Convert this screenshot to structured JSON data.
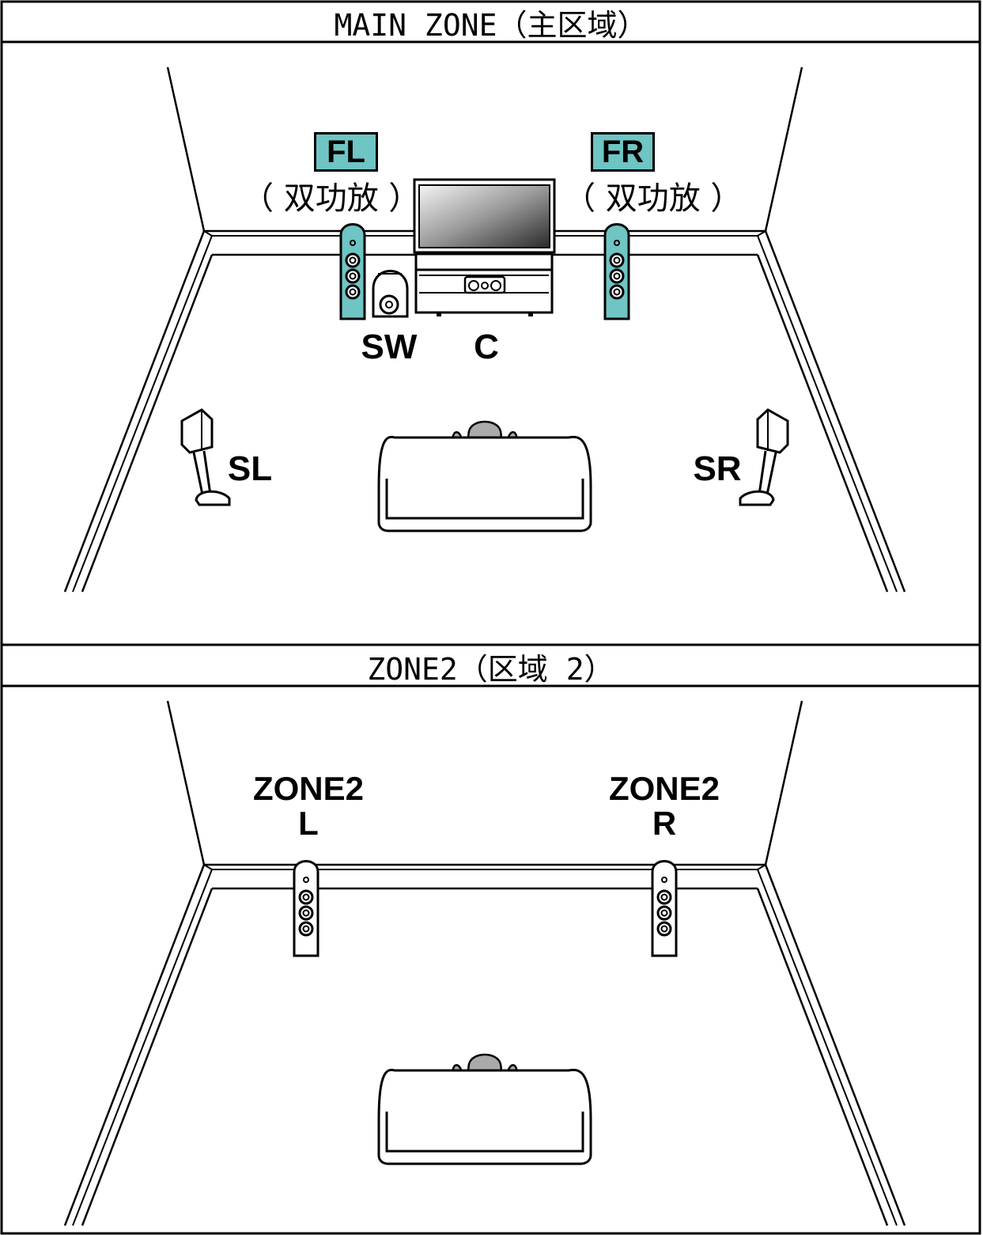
{
  "main_zone": {
    "title": "MAIN ZONE（主区域）",
    "fl": {
      "tag": "FL",
      "sub": "（ 双功放 ）"
    },
    "fr": {
      "tag": "FR",
      "sub": "（ 双功放 ）"
    },
    "sw": "SW",
    "c": "C",
    "sl": "SL",
    "sr": "SR"
  },
  "zone2": {
    "title": "ZONE2（区域 2）",
    "left": {
      "line1": "ZONE2",
      "line2": "L"
    },
    "right": {
      "line1": "ZONE2",
      "line2": "R"
    }
  },
  "colors": {
    "bi_amp": "#6fc4c4",
    "line": "#000000",
    "person": "#aaaaaa"
  }
}
